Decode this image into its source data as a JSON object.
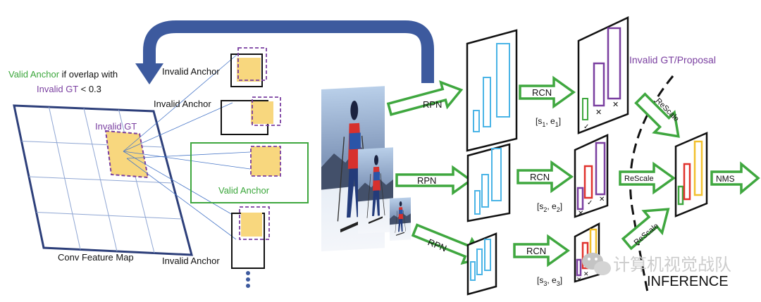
{
  "feature_map": {
    "caption": "Conv Feature Map",
    "gt_label": "Invalid GT"
  },
  "valid_rule": {
    "valid_anchor": "Valid Anchor",
    "rest": " if overlap with",
    "invalid_gt": "Invalid GT",
    "threshold": " < 0.3"
  },
  "anchors": {
    "invalid_1": "Invalid Anchor",
    "invalid_2": "Invalid Anchor",
    "valid": "Valid Anchor",
    "invalid_3": "Invalid Anchor"
  },
  "pipeline": {
    "rpn_label": "RPN",
    "rcn_label": "RCN",
    "rescale_label": "ReScale",
    "nms_label": "NMS",
    "scale_s": "s",
    "scale_e": "e",
    "scale_indices": [
      "1",
      "2",
      "3"
    ]
  },
  "invalid_gt_proposal": "Invalid GT/Proposal",
  "inference": "INFERENCE",
  "watermark": "计算机视觉战队",
  "colors": {
    "blue_arrow": "#3d5a9e",
    "green": "#3fa73f",
    "green_text": "#3aa63a",
    "purple": "#7a3fa0",
    "gold": "#f8d77e",
    "cyan": "#4ab4e6",
    "red": "#e0322d",
    "yellow": "#f2c02c",
    "grid_dark": "#2d3f7a"
  }
}
